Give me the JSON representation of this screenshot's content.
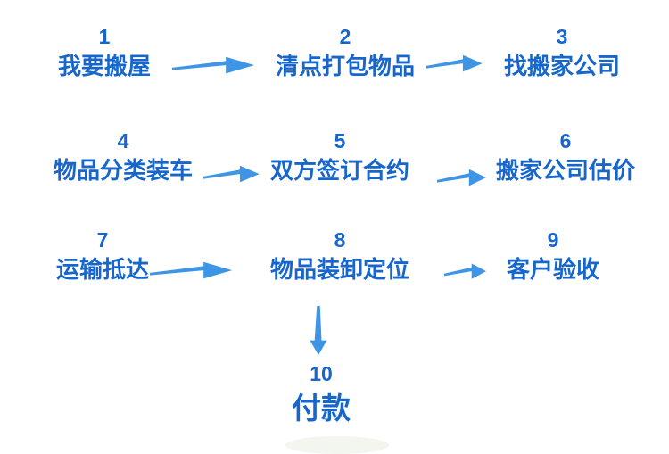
{
  "diagram": {
    "type": "flowchart",
    "topic": "moving-house-process"
  },
  "colors": {
    "text": "#1666CB",
    "arrow": "#3E95E6",
    "background": "#ffffff"
  },
  "steps": [
    {
      "num": "1",
      "label": "我要搬屋"
    },
    {
      "num": "2",
      "label": "清点打包物品"
    },
    {
      "num": "3",
      "label": "找搬家公司"
    },
    {
      "num": "4",
      "label": "物品分类装车"
    },
    {
      "num": "5",
      "label": "双方签订合约"
    },
    {
      "num": "6",
      "label": "搬家公司估价"
    },
    {
      "num": "7",
      "label": "运输抵达"
    },
    {
      "num": "8",
      "label": "物品装卸定位"
    },
    {
      "num": "9",
      "label": "客户验收"
    },
    {
      "num": "10",
      "label": "付款"
    }
  ],
  "connections": [
    {
      "from": "1",
      "to": "2",
      "direction": "right"
    },
    {
      "from": "2",
      "to": "3",
      "direction": "right"
    },
    {
      "from": "4",
      "to": "5",
      "direction": "right"
    },
    {
      "from": "5",
      "to": "6",
      "direction": "right"
    },
    {
      "from": "7",
      "to": "8",
      "direction": "right"
    },
    {
      "from": "8",
      "to": "9",
      "direction": "right"
    },
    {
      "from": "8",
      "to": "10",
      "direction": "down"
    }
  ]
}
